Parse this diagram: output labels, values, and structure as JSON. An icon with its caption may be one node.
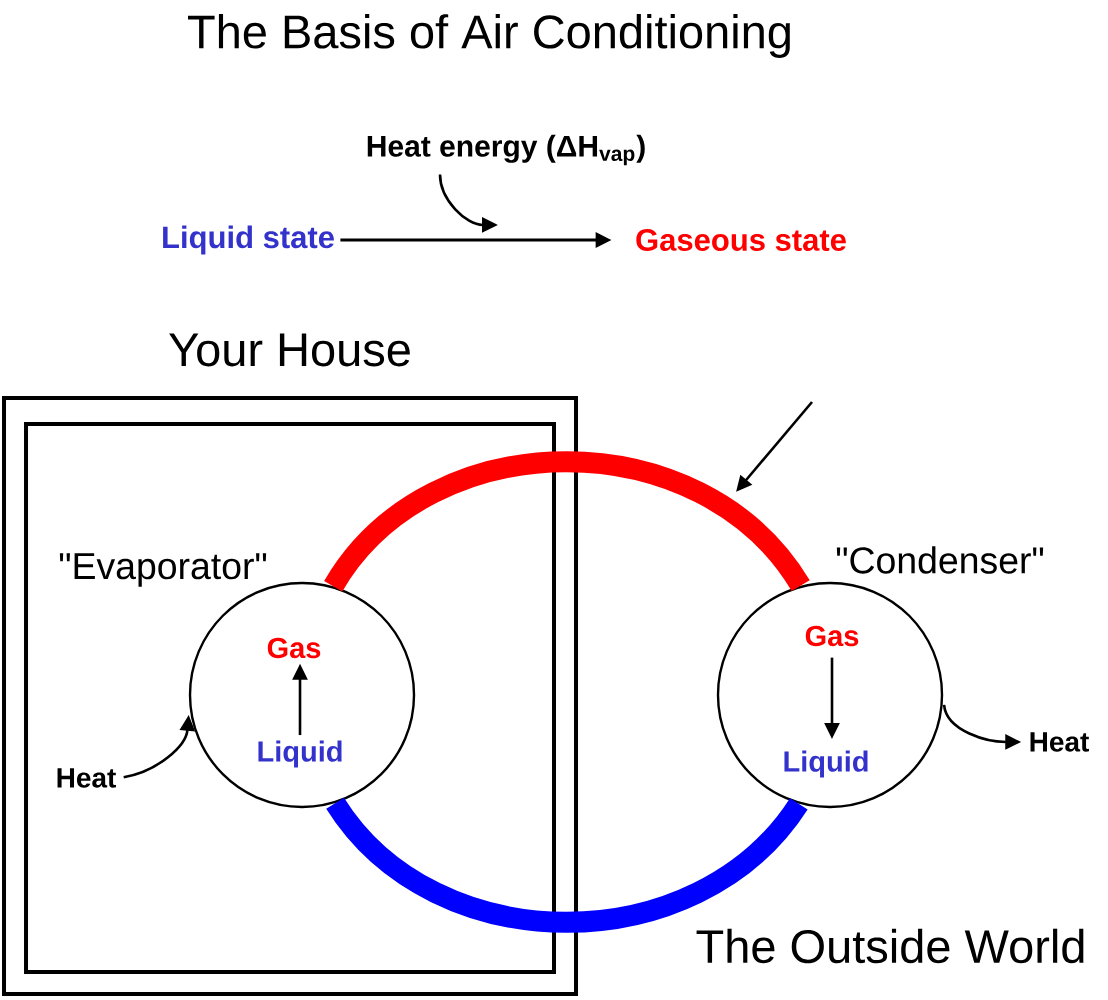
{
  "diagram": {
    "title": "The Basis of Air Conditioning",
    "nodes": [
      {
        "text": [
          "Liquid state"
        ]
      },
      {
        "text": [
          "Gaseous state"
        ]
      },
      {
        "text": [
          "Heat energy (ΔH$_{vap}$)"
        ]
      },
      {
        "text": [
          "Your House"
        ]
      },
      {
        "text": [
          "\"Evaporator\""
        ],
        "in": 3
      },
      {
        "text": [
          "Gas"
        ],
        "in": 4
      },
      {
        "text": [
          "Liquid"
        ],
        "in": 4
      },
      {
        "text": [
          "Heat"
        ],
        "in": 3
      },
      {
        "text": [
          "\"Condenser\""
        ]
      },
      {
        "text": [
          "Gas"
        ],
        "in": 8
      },
      {
        "text": [
          "Liquid"
        ],
        "in": 8
      },
      {
        "text": [
          "Heat"
        ]
      }
    ],
    "edges": [
      {
        "from": 0,
        "to": 1,
        "arrow": "to"
      },
      {
        "from": 2,
        "to": null,
        "arrow": "to"
      },
      {
        "from": 4,
        "to": 8,
        "arrow": "none",
        "style": "thick",
        "color": "#ff0000"
      },
      {
        "from": 8,
        "to": 4,
        "arrow": "none",
        "style": "thick",
        "color": "#0000ff"
      },
      {
        "from": 6,
        "to": 5,
        "arrow": "to"
      },
      {
        "from": 9,
        "to": 10,
        "arrow": "to"
      },
      {
        "from": 7,
        "to": 4,
        "arrow": "to"
      },
      {
        "from": 8,
        "to": 11,
        "arrow": "to"
      }
    ],
    "labels": [
      "The Outside World"
    ]
  }
}
